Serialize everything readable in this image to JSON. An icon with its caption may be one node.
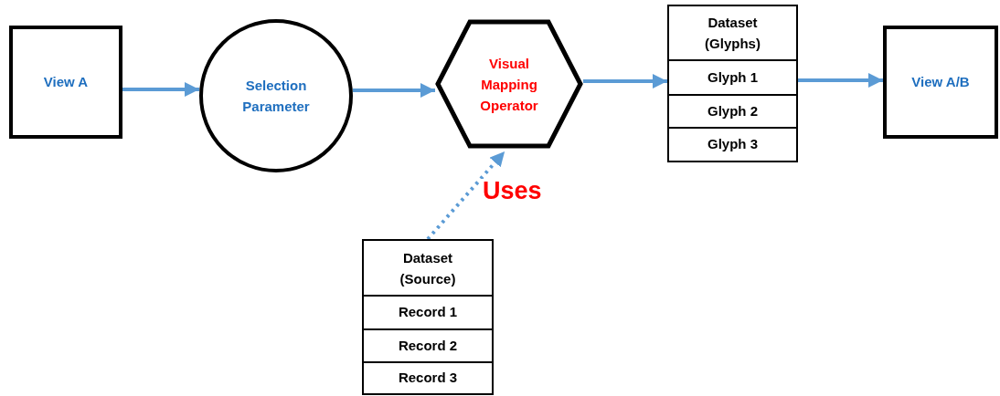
{
  "diagram": {
    "nodes": [
      {
        "text": [
          "View A"
        ]
      },
      {
        "text": [
          "Selection Parameter"
        ]
      },
      {
        "text": [
          "Visual Mapping Operator"
        ]
      },
      {
        "text": [
          "Dataset (Glyphs)"
        ]
      },
      {
        "text": [
          "Glyph 1"
        ],
        "in": 3
      },
      {
        "text": [
          "Glyph 2"
        ],
        "in": 3
      },
      {
        "text": [
          "Glyph 3"
        ],
        "in": 3
      },
      {
        "text": [
          "View A/B"
        ]
      },
      {
        "text": [
          "Dataset (Source)"
        ]
      },
      {
        "text": [
          "Record 1"
        ],
        "in": 8
      },
      {
        "text": [
          "Record 2"
        ],
        "in": 8
      },
      {
        "text": [
          "Record 3"
        ],
        "in": 8
      }
    ],
    "edges": [
      {
        "from": 0,
        "to": 1,
        "arrow": "to"
      },
      {
        "from": 1,
        "to": 2,
        "arrow": "to"
      },
      {
        "from": 2,
        "to": 4,
        "arrow": "to"
      },
      {
        "from": 4,
        "to": 7,
        "arrow": "to"
      },
      {
        "from": 8,
        "to": 2,
        "arrow": "to",
        "label": "Uses",
        "style": "dashed"
      }
    ]
  }
}
